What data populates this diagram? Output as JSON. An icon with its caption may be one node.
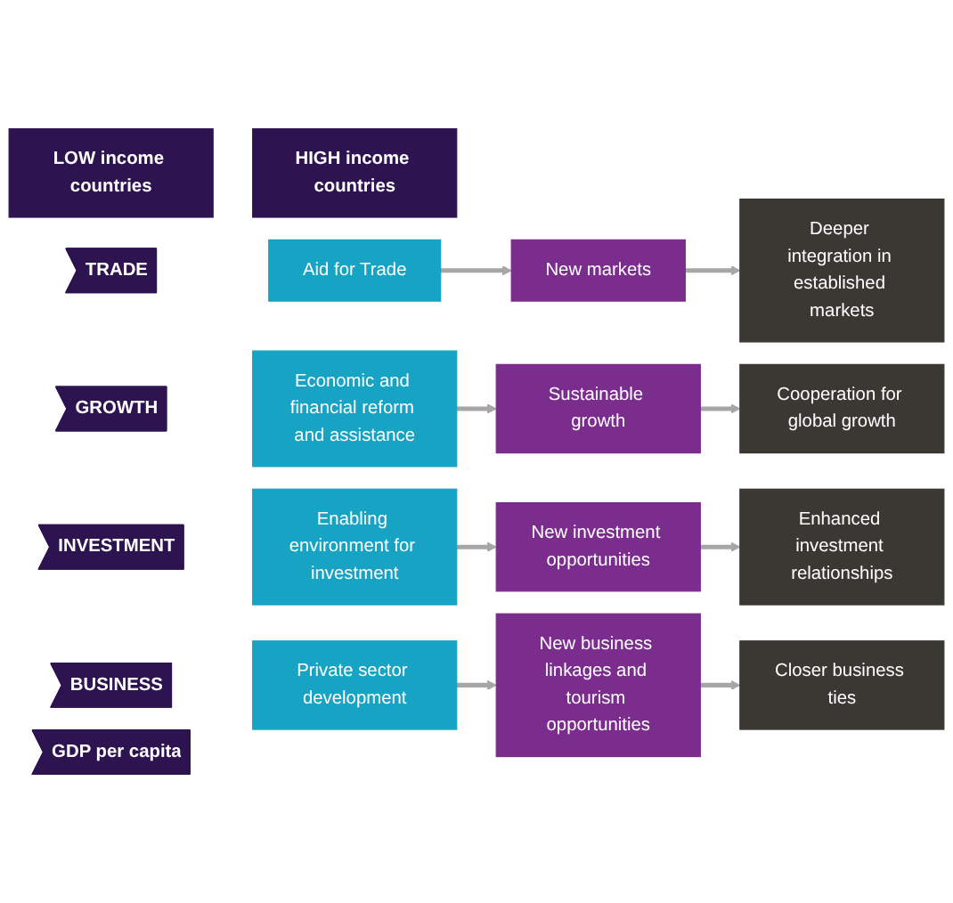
{
  "diagram": {
    "nodes": [
      {
        "text": [
          "LOW income countries"
        ]
      },
      {
        "text": [
          "HIGH income countries"
        ]
      },
      {
        "text": [
          "TRADE"
        ]
      },
      {
        "text": [
          "Aid for Trade"
        ]
      },
      {
        "text": [
          "New markets"
        ]
      },
      {
        "text": [
          "Deeper integration in established markets"
        ]
      },
      {
        "text": [
          "GROWTH"
        ]
      },
      {
        "text": [
          "Economic and financial reform and assistance"
        ]
      },
      {
        "text": [
          "Sustainable growth"
        ]
      },
      {
        "text": [
          "Cooperation for global growth"
        ]
      },
      {
        "text": [
          "INVESTMENT"
        ]
      },
      {
        "text": [
          "Enabling environment for investment"
        ]
      },
      {
        "text": [
          "New investment opportunities"
        ]
      },
      {
        "text": [
          "Enhanced investment relationships"
        ]
      },
      {
        "text": [
          "BUSINESS"
        ]
      },
      {
        "text": [
          "Private sector development"
        ]
      },
      {
        "text": [
          "New business linkages and tourism opportunities"
        ]
      },
      {
        "text": [
          "Closer business ties"
        ]
      },
      {
        "text": [
          "GDP per capita"
        ]
      }
    ],
    "edges": [
      {
        "from": 3,
        "to": 4,
        "arrow": "to"
      },
      {
        "from": 4,
        "to": 5,
        "arrow": "to"
      },
      {
        "from": 7,
        "to": 8,
        "arrow": "to"
      },
      {
        "from": 8,
        "to": 9,
        "arrow": "to"
      },
      {
        "from": 11,
        "to": 12,
        "arrow": "to"
      },
      {
        "from": 12,
        "to": 13,
        "arrow": "to"
      },
      {
        "from": 15,
        "to": 16,
        "arrow": "to"
      },
      {
        "from": 16,
        "to": 17,
        "arrow": "to"
      }
    ]
  }
}
